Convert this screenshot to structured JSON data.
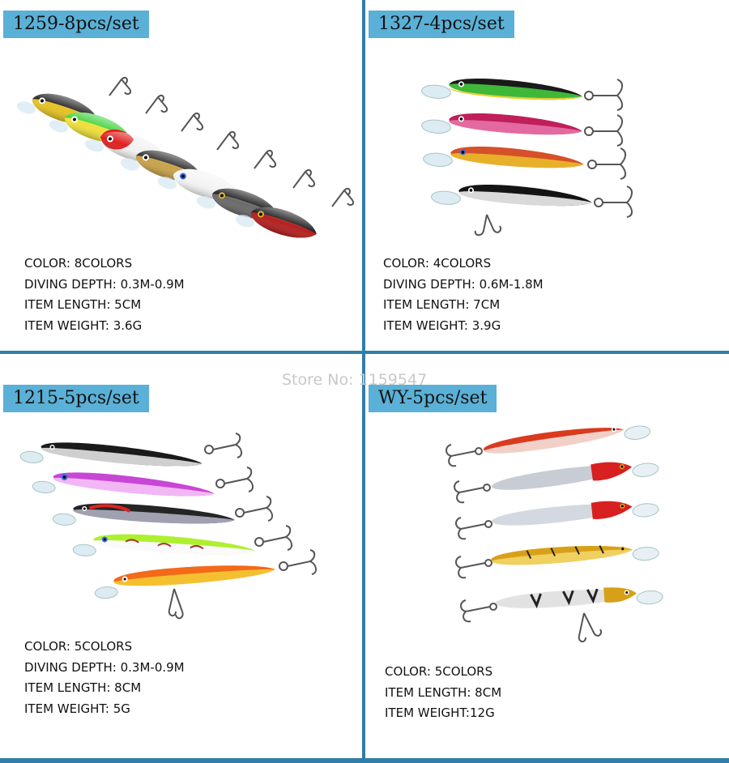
{
  "watermark": "Store No: 1159547",
  "panels": [
    {
      "title": "1259-8pcs/set",
      "specs": [
        "COLOR: 8COLORS",
        "DIVING DEPTH: 0.3M-0.9M",
        "ITEM LENGTH: 5CM",
        "ITEM WEIGHT: 3.6G"
      ]
    },
    {
      "title": "1327-4pcs/set",
      "specs": [
        "COLOR: 4COLORS",
        "DIVING DEPTH: 0.6M-1.8M",
        "ITEM LENGTH: 7CM",
        "ITEM WEIGHT: 3.9G"
      ]
    },
    {
      "title": "1215-5pcs/set",
      "specs": [
        "COLOR: 5COLORS",
        "DIVING DEPTH: 0.3M-0.9M",
        "ITEM LENGTH: 8CM",
        "ITEM WEIGHT: 5G"
      ]
    },
    {
      "title": "WY-5pcs/set",
      "specs": [
        "COLOR: 5COLORS",
        "ITEM LENGTH: 8CM",
        "ITEM WEIGHT:12G"
      ]
    }
  ],
  "colors": {
    "divider": "#2f7fa6",
    "title_bg": "#5ab0d6"
  }
}
